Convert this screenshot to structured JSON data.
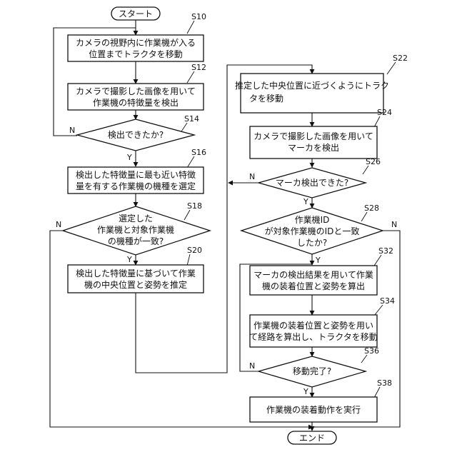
{
  "start": "スタート",
  "end": "エンド",
  "nodes": {
    "s10": {
      "step": "S10",
      "lines": [
        "カメラの視野内に作業機が入る",
        "位置までトラクタを移動"
      ]
    },
    "s12": {
      "step": "S12",
      "lines": [
        "カメラで撮影した画像を用いて",
        "作業機の特徴量を検出"
      ]
    },
    "s14": {
      "step": "S14",
      "lines": [
        "検出できたか?"
      ]
    },
    "s16": {
      "step": "S16",
      "lines": [
        "検出した特徴量に最も近い特徴",
        "量を有する作業機の機種を選定"
      ]
    },
    "s18": {
      "step": "S18",
      "lines": [
        "選定した",
        "作業機と対象作業機",
        "の機種が一致?"
      ]
    },
    "s20": {
      "step": "S20",
      "lines": [
        "検出した特徴量に基づいて作業",
        "機の中央位置と姿勢を推定"
      ]
    },
    "s22": {
      "step": "S22",
      "lines": [
        "推定した中央位置に近づくようにトラク",
        "タを移動"
      ]
    },
    "s24": {
      "step": "S24",
      "lines": [
        "カメラで撮影した画像を用いて",
        "マーカを検出"
      ]
    },
    "s26": {
      "step": "S26",
      "lines": [
        "マーカ検出できた?"
      ]
    },
    "s28": {
      "step": "S28",
      "lines": [
        "作業機ID",
        "が対象作業機のIDと一致",
        "したか?"
      ]
    },
    "s32": {
      "step": "S32",
      "lines": [
        "マーカの検出結果を用いて作業",
        "機の装着位置と姿勢を算出"
      ]
    },
    "s34": {
      "step": "S34",
      "lines": [
        "作業機の装着位置と姿勢を用い",
        "て経路を算出し、トラクタを移動"
      ]
    },
    "s36": {
      "step": "S36",
      "lines": [
        "移動完了?"
      ]
    },
    "s38": {
      "step": "S38",
      "lines": [
        "作業機の装着動作を実行"
      ]
    }
  },
  "branch_labels": {
    "yes": "Y",
    "no": "N"
  }
}
